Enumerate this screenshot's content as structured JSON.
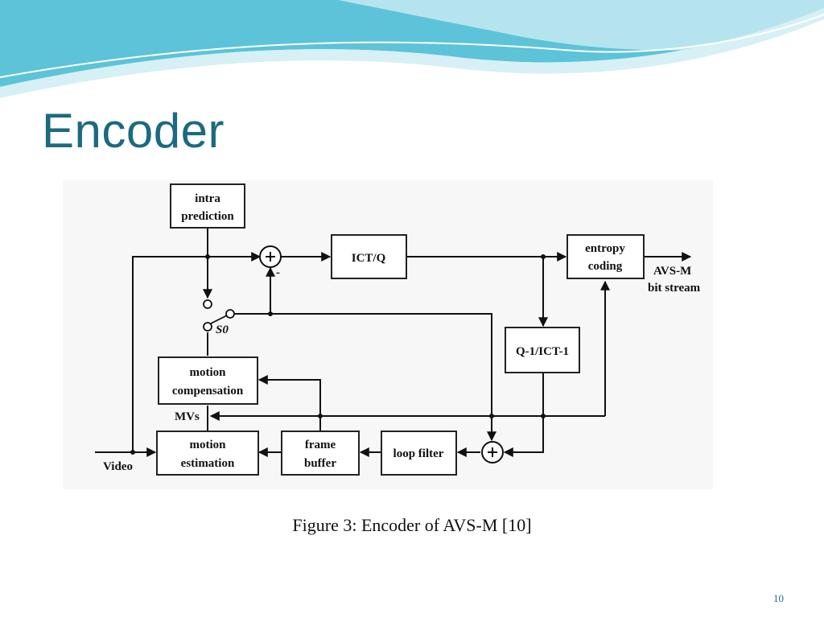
{
  "slide": {
    "title": "Encoder",
    "caption": "Figure 3: Encoder of AVS-M [10]",
    "page_number": "10"
  },
  "diagram": {
    "blocks": {
      "intra_prediction": [
        "intra",
        "prediction"
      ],
      "ict_q": "ICT/Q",
      "entropy_coding": [
        "entropy",
        "coding"
      ],
      "inverse_q_ict": "Q-1/ICT-1",
      "motion_compensation": [
        "motion",
        "compensation"
      ],
      "motion_estimation": [
        "motion",
        "estimation"
      ],
      "frame_buffer": [
        "frame",
        "buffer"
      ],
      "loop_filter": "loop filter"
    },
    "labels": {
      "output": [
        "AVS-M",
        "bit stream"
      ],
      "video": "Video",
      "mvs": "MVs",
      "switch": "S0",
      "minus": "-"
    }
  },
  "colors": {
    "title": "#1b6a80",
    "wave_dark": "#3fb4cf",
    "wave_light": "#bfe6ef"
  }
}
